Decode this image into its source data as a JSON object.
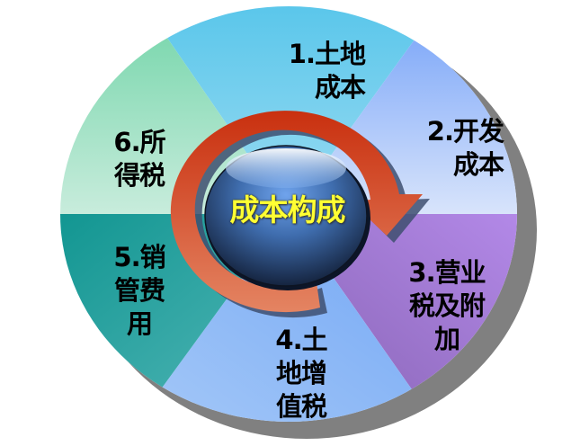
{
  "diagram": {
    "title": "成本构成",
    "center": {
      "label": "成本构成",
      "text_color": "#FFFF33",
      "sphere_color_top": "#7FB0F5",
      "sphere_color_bottom": "#1B2C4A"
    },
    "arrow": {
      "color": "#D0421E",
      "direction": "clockwise"
    },
    "segments": [
      {
        "id": 1,
        "label": "1.土地\n成本",
        "color_from": "#56C5EA",
        "color_to": "#8ED6F0"
      },
      {
        "id": 2,
        "label": "2.开发\n成本",
        "color_from": "#6E9DF8",
        "color_to": "#D5E2FB"
      },
      {
        "id": 3,
        "label": "3.营业\n税及附\n加",
        "color_from": "#B68BEC",
        "color_to": "#8966B5"
      },
      {
        "id": 4,
        "label": "4.土\n地增\n值税",
        "color_from": "#A3C7F8",
        "color_to": "#76A8F4"
      },
      {
        "id": 5,
        "label": "5.销\n管费\n用",
        "color_from": "#0E9590",
        "color_to": "#52B5B6"
      },
      {
        "id": 6,
        "label": "6.所\n得税",
        "color_from": "#6DD4A6",
        "color_to": "#C4EADA"
      }
    ],
    "shadow_color": "#808080"
  }
}
